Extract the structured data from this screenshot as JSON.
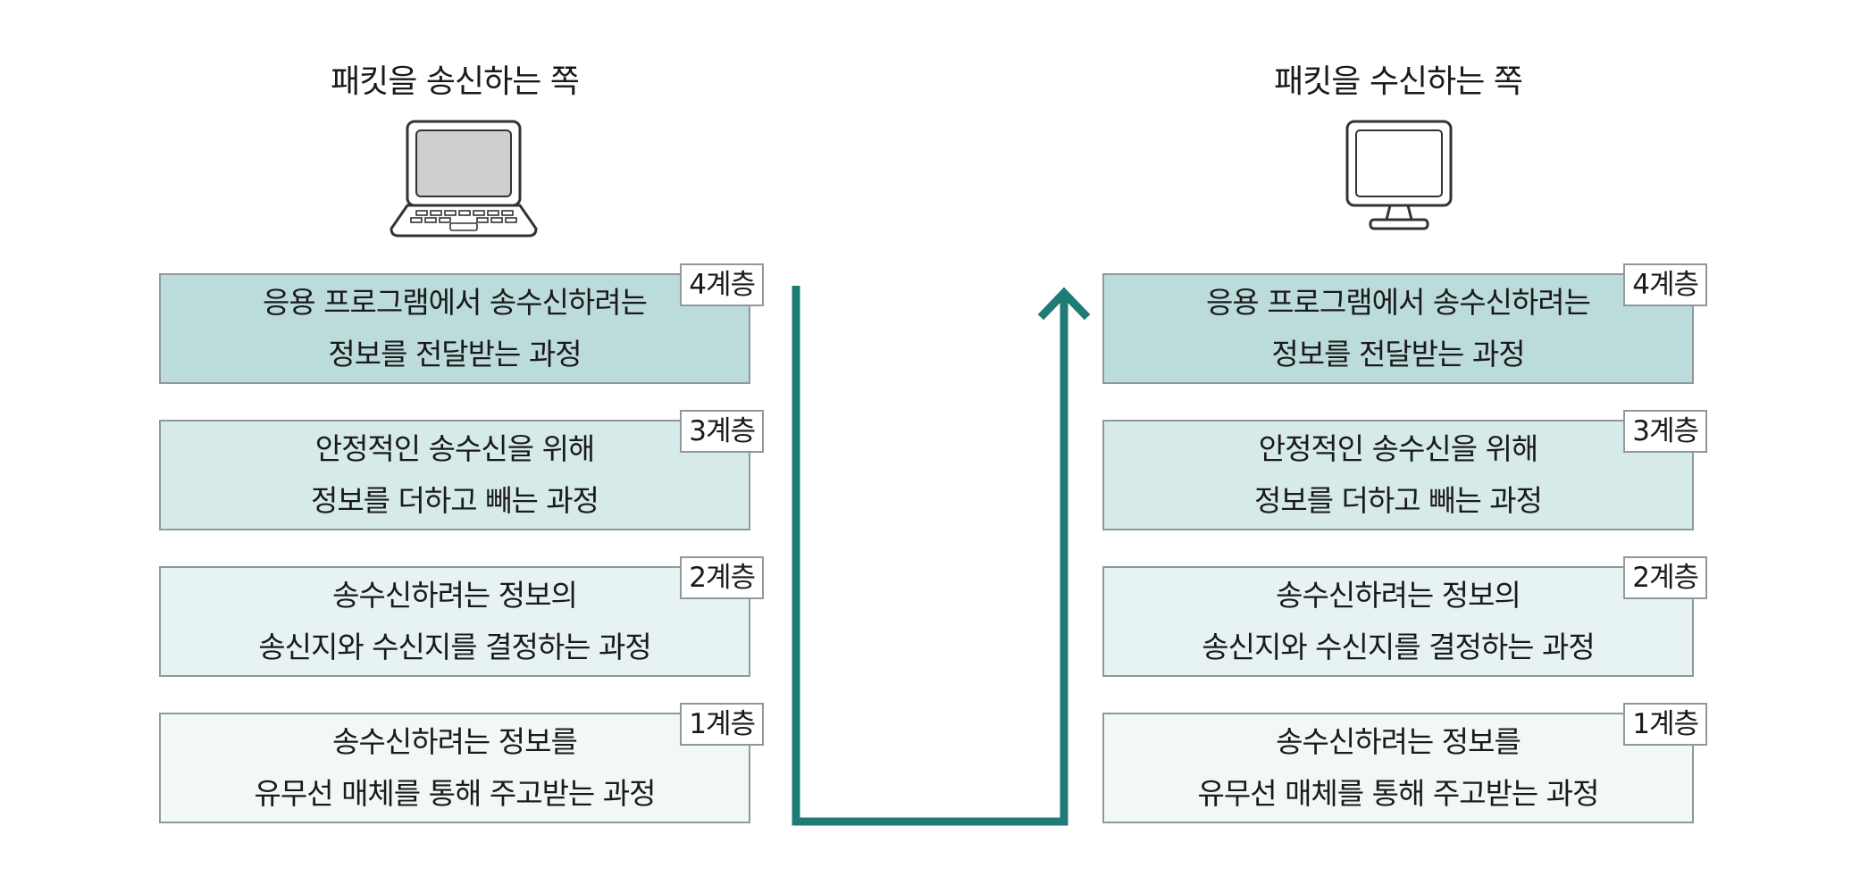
{
  "sender": {
    "title": "패킷을 송신하는 쪽",
    "device": "laptop-icon"
  },
  "receiver": {
    "title": "패킷을 수신하는 쪽",
    "device": "monitor-icon"
  },
  "layers": [
    {
      "tag": "4계층",
      "line1": "응용 프로그램에서 송수신하려는",
      "line2": "정보를 전달받는 과정"
    },
    {
      "tag": "3계층",
      "line1": "안정적인 송수신을 위해",
      "line2": "정보를 더하고 빼는 과정"
    },
    {
      "tag": "2계층",
      "line1": "송수신하려는 정보의",
      "line2": "송신지와 수신지를 결정하는 과정"
    },
    {
      "tag": "1계층",
      "line1": "송수신하려는 정보를",
      "line2": "유무선 매체를 통해 주고받는 과정"
    }
  ],
  "colors": {
    "layer4": "#bcdcdb",
    "layer3": "#d6eae9",
    "layer2": "#e7f2f2",
    "layer1": "#f2f8f8",
    "arrow": "#1f7b75",
    "border": "#8e9a99"
  }
}
